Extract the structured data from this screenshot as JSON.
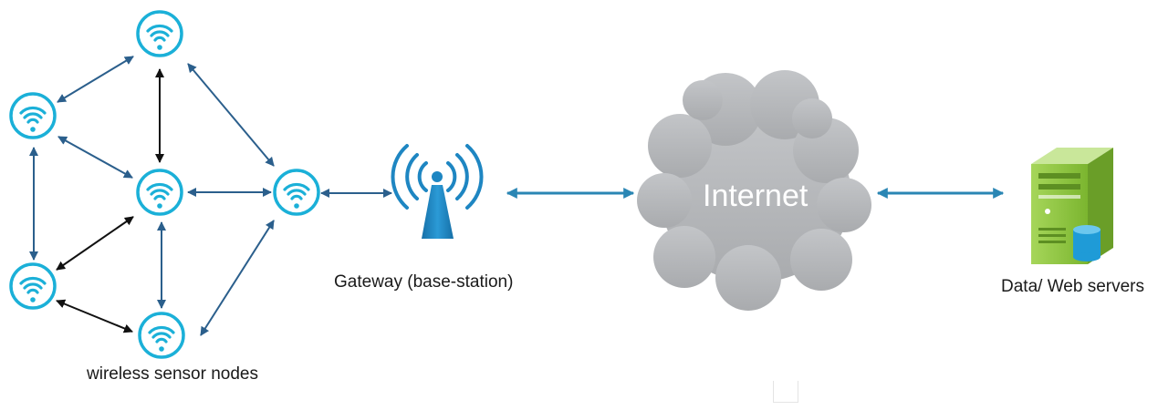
{
  "labels": {
    "sensor_nodes": "wireless sensor nodes",
    "gateway": "Gateway (base-station)",
    "internet": "Internet",
    "servers": "Data/ Web servers"
  },
  "colors": {
    "node_ring": "#1bb0d8",
    "arrow_blue": "#2b5f8c",
    "arrow_black": "#111111",
    "link_arrow": "#2a86b4",
    "gateway": "#1e86c2",
    "cloud": "#b5b7ba",
    "server_green": "#8cc63f",
    "db_blue": "#1f9bd7"
  },
  "icons": {
    "sensor_node": "wifi-signal-circle-icon",
    "gateway": "broadcast-antenna-icon",
    "internet": "cloud-icon",
    "server": "server-database-icon"
  },
  "nodes": [
    "n-top",
    "n-left-upper",
    "n-center",
    "n-right",
    "n-left-lower",
    "n-bottom"
  ],
  "edges": [
    {
      "from": "n-top",
      "to": "n-left-upper",
      "style": "blue"
    },
    {
      "from": "n-top",
      "to": "n-center",
      "style": "black"
    },
    {
      "from": "n-top",
      "to": "n-right",
      "style": "blue"
    },
    {
      "from": "n-left-upper",
      "to": "n-center",
      "style": "blue"
    },
    {
      "from": "n-left-upper",
      "to": "n-left-lower",
      "style": "blue"
    },
    {
      "from": "n-center",
      "to": "n-right",
      "style": "blue"
    },
    {
      "from": "n-center",
      "to": "n-left-lower",
      "style": "black"
    },
    {
      "from": "n-center",
      "to": "n-bottom",
      "style": "blue"
    },
    {
      "from": "n-left-lower",
      "to": "n-bottom",
      "style": "black"
    },
    {
      "from": "n-right",
      "to": "n-bottom",
      "style": "blue"
    },
    {
      "from": "n-right",
      "to": "gateway",
      "style": "blue"
    }
  ]
}
